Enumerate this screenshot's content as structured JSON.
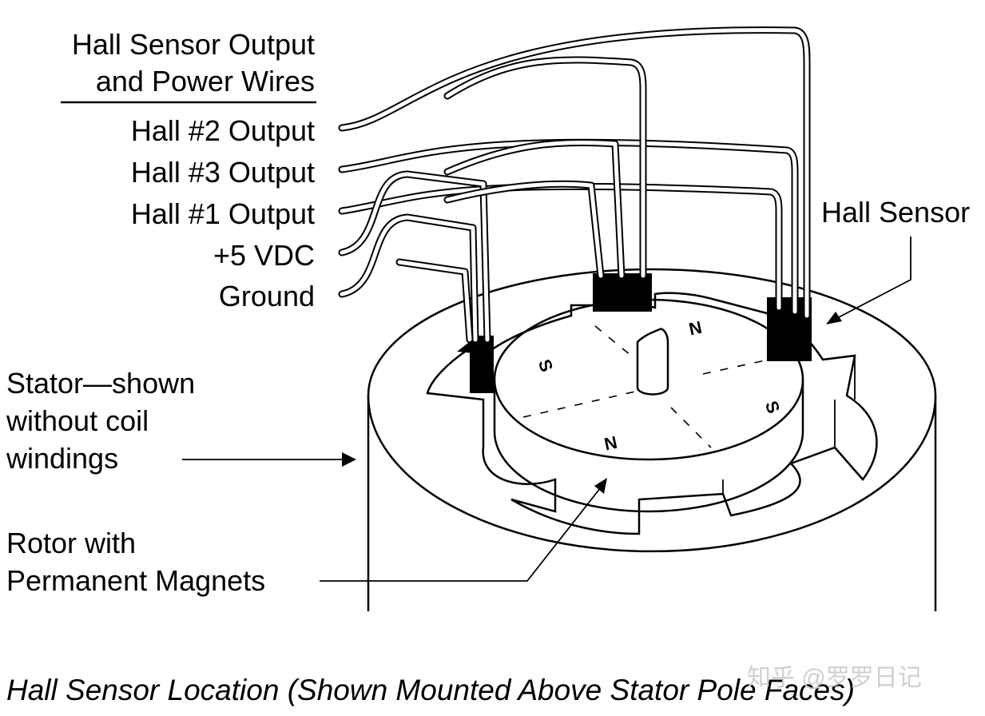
{
  "labels": {
    "header_line1": "Hall Sensor Output",
    "header_line2": "and Power Wires",
    "hall2": "Hall #2 Output",
    "hall3": "Hall #3 Output",
    "hall1": "Hall #1 Output",
    "vdc": "+5 VDC",
    "ground": "Ground",
    "hall_sensor": "Hall Sensor",
    "stator_line1": "Stator—shown",
    "stator_line2": "without coil",
    "stator_line3": "windings",
    "rotor_line1": "Rotor with",
    "rotor_line2": "Permanent Magnets"
  },
  "poles": {
    "n_top": "N",
    "s_left": "S",
    "s_right": "S",
    "n_bottom": "N"
  },
  "caption": "Hall Sensor Location (Shown Mounted Above Stator Pole Faces)",
  "watermark": "知乎 @罗罗日记"
}
